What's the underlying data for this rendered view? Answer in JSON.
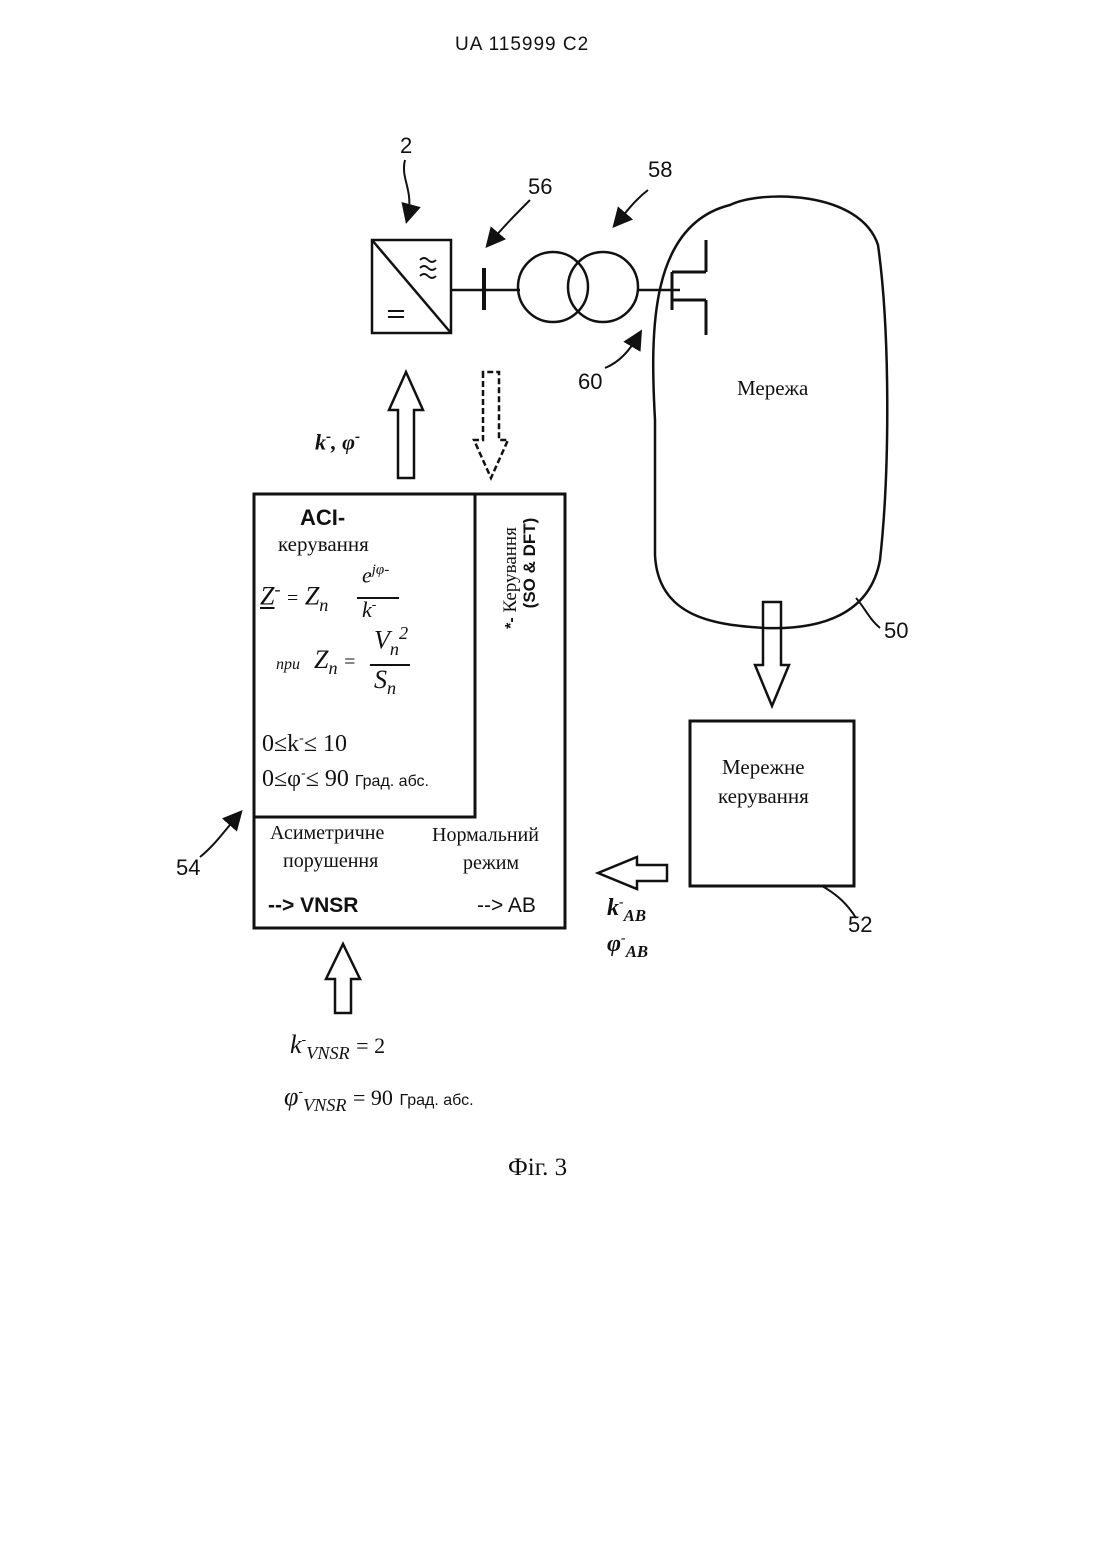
{
  "header": {
    "patent_number": "UA   115999   C2"
  },
  "refs": {
    "converter": "2",
    "busbar": "56",
    "transformer": "58",
    "connection": "60",
    "grid": "50",
    "grid_control": "52",
    "controller": "54"
  },
  "grid_label": "Мережа",
  "grid_control_label_1": "Мережне",
  "grid_control_label_2": "керування",
  "output_params": {
    "k": "k",
    "sep": ",",
    "phi": "φ",
    "minus": "-"
  },
  "aci": {
    "title": "ACI-",
    "subtitle": "керування",
    "Z": "Z",
    "eq": "=",
    "Zn": "Z",
    "n": "n",
    "e": "e",
    "jphi": "jφ",
    "k": "k",
    "pri": "при",
    "V": "V",
    "two": "2",
    "S": "S",
    "range_k": "0≤k",
    "range_k_end": "≤ 10",
    "range_phi": "0≤φ",
    "range_phi_end": "≤ 90",
    "unit": "Град. абс."
  },
  "side_control": {
    "star": "*-",
    "line1": "Керування",
    "line2": "(SO & DFT)"
  },
  "mode_asym": {
    "line1": "Асиметричне",
    "line2": "порушення",
    "arrow_label": "--> VNSR"
  },
  "mode_normal": {
    "line1": "Нормальний",
    "line2": "режим",
    "arrow_label": "--> AB"
  },
  "ab_params": {
    "k": "k",
    "phi": "φ",
    "sub": "AB",
    "minus": "-"
  },
  "vnsr_params": {
    "k": "k",
    "phi": "φ",
    "sub": "VNSR",
    "minus": "-",
    "k_value": "= 2",
    "phi_value": "= 90",
    "unit": "Град. абс."
  },
  "caption": "Фіг. 3"
}
